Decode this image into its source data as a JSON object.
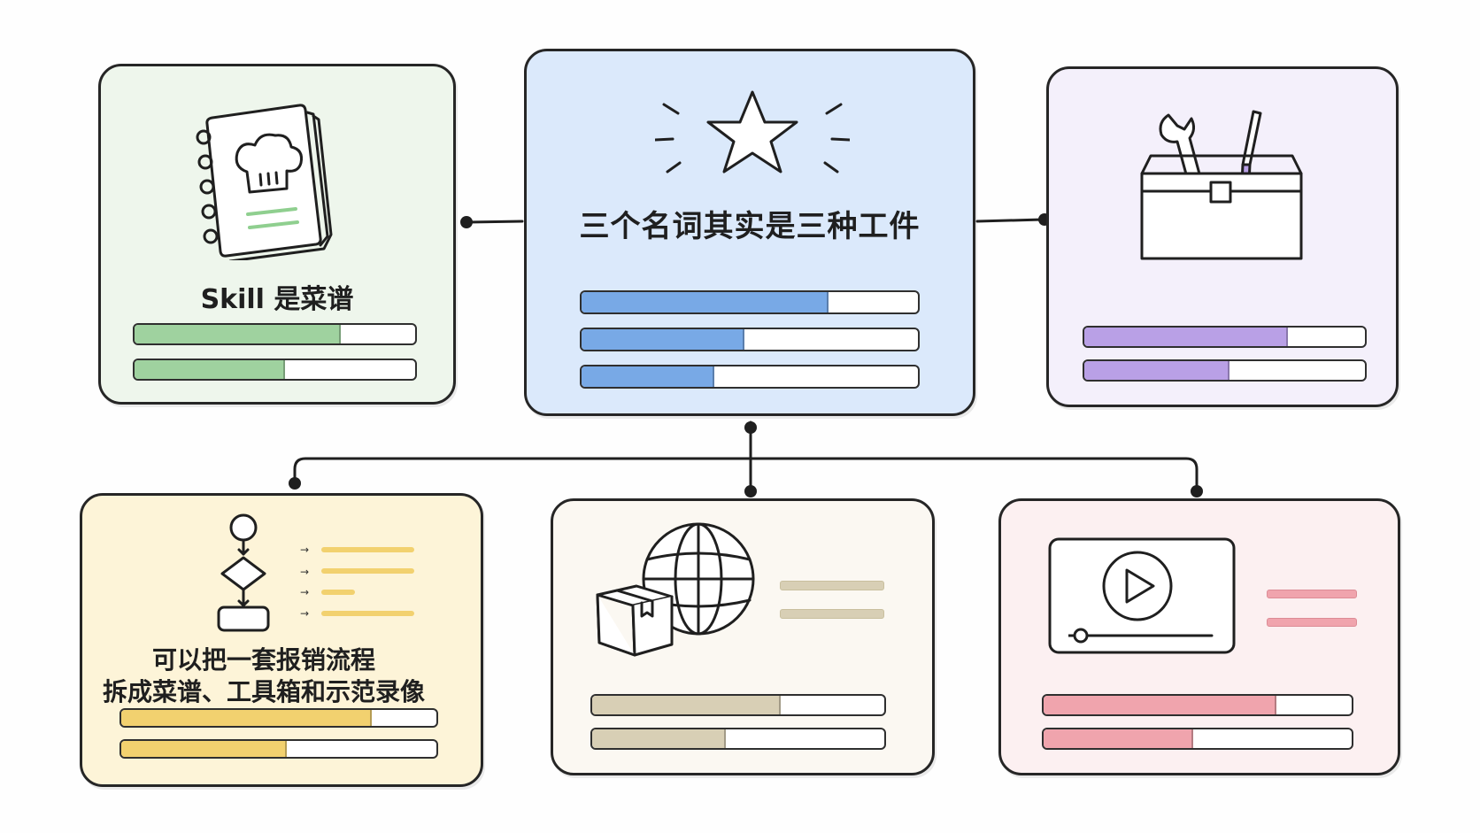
{
  "center": {
    "title": "三个名词其实是三种工件",
    "bars": [
      0.73,
      0.48,
      0.39
    ],
    "color": "#9fc3ee",
    "fill_color": "#78a9e6"
  },
  "skill": {
    "label": "Skill 是菜谱",
    "bars": [
      0.73,
      0.53
    ],
    "bg": "#eef6ec",
    "fill_color": "#9fd29f"
  },
  "toolbox": {
    "bars": [
      0.72,
      0.51
    ],
    "bg": "#f4f0fb",
    "fill_color": "#b9a0e6"
  },
  "flow": {
    "line1": "可以把一套报销流程",
    "line2": "拆成菜谱、工具箱和示范录像",
    "bars": [
      0.79,
      0.52
    ],
    "bg": "#fdf4d8",
    "fill_color": "#f2d16f"
  },
  "globe": {
    "bars": [
      0.64,
      0.45
    ],
    "bg": "#fbf8f2",
    "fill_color": "#d8cfb5"
  },
  "video": {
    "bars": [
      0.75,
      0.48
    ],
    "bg": "#fcf0f1",
    "fill_color": "#f0a4ad"
  },
  "icons": [
    "recipe-book-icon",
    "star-icon",
    "toolbox-icon",
    "flowchart-icon",
    "globe-box-icon",
    "video-player-icon"
  ]
}
